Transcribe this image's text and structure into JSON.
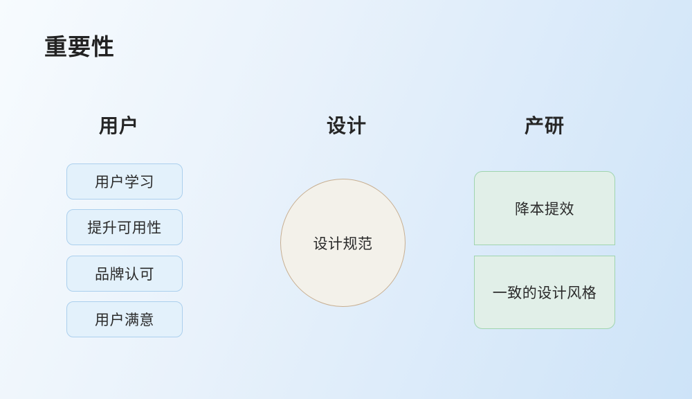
{
  "slide": {
    "title": "重要性",
    "colors": {
      "background_start": "#f7fbfe",
      "background_end": "#cde3f8",
      "text": "#2a2a2a",
      "user_box_fill": "#e3f1fb",
      "user_box_border": "#abcfed",
      "design_circle_fill": "#f3f1ea",
      "design_circle_border": "#c7ae90",
      "rd_box_fill": "#e1efe8",
      "rd_box_border": "#9fd4ae"
    }
  },
  "columns": {
    "user": {
      "header": "用户",
      "items": [
        "用户学习",
        "提升可用性",
        "品牌认可",
        "用户满意"
      ]
    },
    "design": {
      "header": "设计",
      "circle_label": "设计规范"
    },
    "rd": {
      "header": "产研",
      "items": [
        "降本提效",
        "一致的设计风格"
      ]
    }
  }
}
